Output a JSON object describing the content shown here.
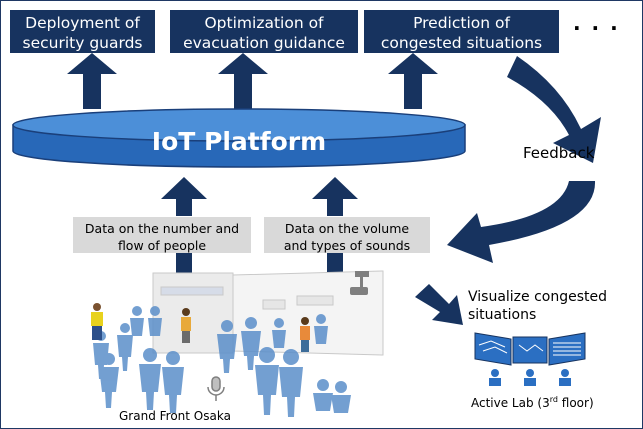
{
  "top_boxes": [
    {
      "line1": "Deployment of",
      "line2": "security guards"
    },
    {
      "line1": "Optimization of",
      "line2": "evacuation guidance"
    },
    {
      "line1": "Prediction of",
      "line2": "congested situations"
    }
  ],
  "ellipsis": "· · ·",
  "platform": "IoT Platform",
  "feedback": "Feedback",
  "data_boxes": [
    {
      "line1": "Data on the number and",
      "line2": "flow of people"
    },
    {
      "line1": "Data on the volume",
      "line2": "and types of sounds"
    }
  ],
  "visualize": {
    "line1": "Visualize congested",
    "line2": "situations"
  },
  "location": "Grand Front Osaka",
  "active_lab": {
    "prefix": "Active Lab (3",
    "sup": "rd",
    "suffix": " floor)"
  },
  "colors": {
    "navy": "#17335f",
    "platform_blue": "#2e75c7",
    "gray_box": "#d9d9d9",
    "crowd_blue": "#4f86c6"
  }
}
